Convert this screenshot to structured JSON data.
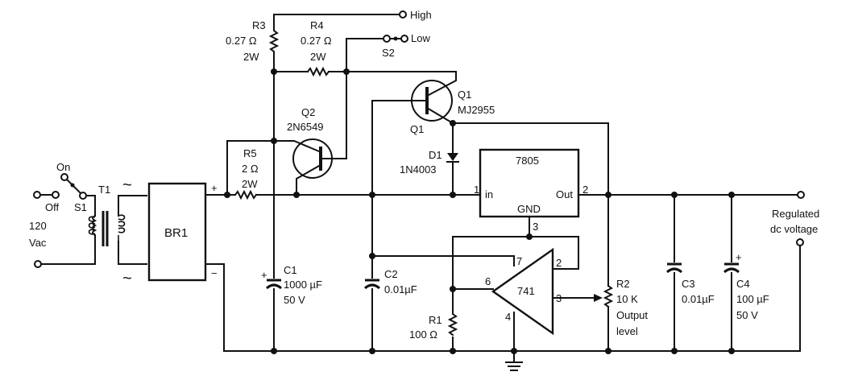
{
  "diagram": {
    "type": "circuit-schematic",
    "title": "",
    "input": {
      "label_voltage": "120",
      "label_unit": "Vac"
    },
    "switch_s1": {
      "ref": "S1",
      "pos_on": "On",
      "pos_off": "Off"
    },
    "transformer": {
      "ref": "T1"
    },
    "bridge": {
      "ref": "BR1",
      "ac_symbol": "~",
      "plus": "+",
      "minus": "−"
    },
    "r3": {
      "ref": "R3",
      "value": "0.27 Ω",
      "power": "2W"
    },
    "r4": {
      "ref": "R4",
      "value": "0.27 Ω",
      "power": "2W"
    },
    "r5": {
      "ref": "R5",
      "value": "2 Ω",
      "power": "2W"
    },
    "switch_s2": {
      "ref": "S2",
      "pos_high": "High",
      "pos_low": "Low"
    },
    "q1": {
      "ref": "Q1",
      "part": "MJ2955",
      "ref_lower": "Q1"
    },
    "q2": {
      "ref": "Q2",
      "part": "2N6549"
    },
    "d1": {
      "ref": "D1",
      "part": "1N4003"
    },
    "regulator": {
      "part": "7805",
      "pin_in": "in",
      "pin_out": "Out",
      "pin_gnd": "GND",
      "pin1": "1",
      "pin2": "2",
      "pin3": "3"
    },
    "opamp": {
      "part": "741",
      "pin7": "7",
      "pin6": "6",
      "pin4": "4",
      "pin2": "2",
      "pin3": "3"
    },
    "c1": {
      "ref": "C1",
      "value": "1000 µF",
      "voltage": "50 V",
      "polarity": "+"
    },
    "c2": {
      "ref": "C2",
      "value": "0.01µF"
    },
    "c3": {
      "ref": "C3",
      "value": "0.01µF"
    },
    "c4": {
      "ref": "C4",
      "value": "100 µF",
      "voltage": "50 V",
      "polarity": "+"
    },
    "r1": {
      "ref": "R1",
      "value": "100 Ω"
    },
    "r2": {
      "ref": "R2",
      "value": "10 K",
      "desc_line1": "Output",
      "desc_line2": "level"
    },
    "output": {
      "label_line1": "Regulated",
      "label_line2": "dc voltage"
    }
  }
}
